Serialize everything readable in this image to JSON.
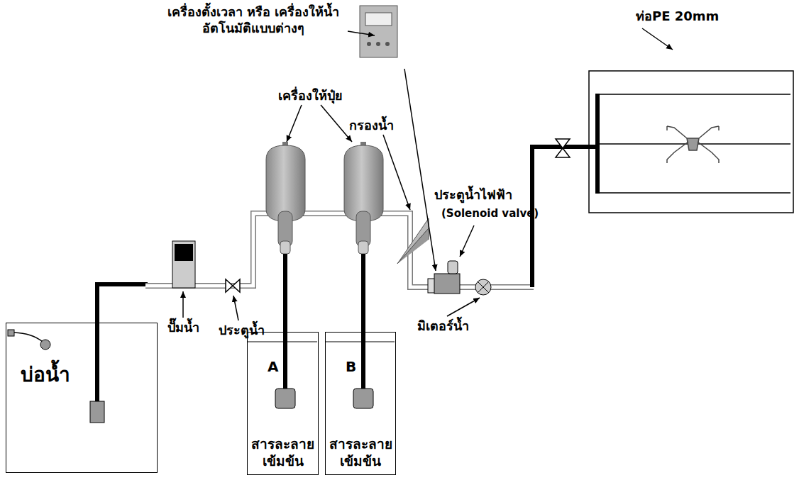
{
  "diagram": {
    "nodes": [
      {
        "text": [
          "บ่อน้ำ"
        ]
      },
      {
        "text": [
          "A",
          "สารละลาย เข้มข้น"
        ]
      },
      {
        "text": [
          "B",
          "สารละลาย เข้มข้น"
        ]
      }
    ],
    "labels": [
      "เครื่องตั้งเวลา หรือ เครื่องให้น้ำอัตโนมัติแบบต่างๆ",
      "เครื่องให้ปุ๋ย",
      "กรองน้ำ",
      "ประตูน้ำไฟฟ้า",
      "(Solenoid valve)",
      "ท่อPE 20mm",
      "ปั๊มน้ำ",
      "ประตูน้ำ",
      "มิเตอร์น้ำ"
    ]
  }
}
